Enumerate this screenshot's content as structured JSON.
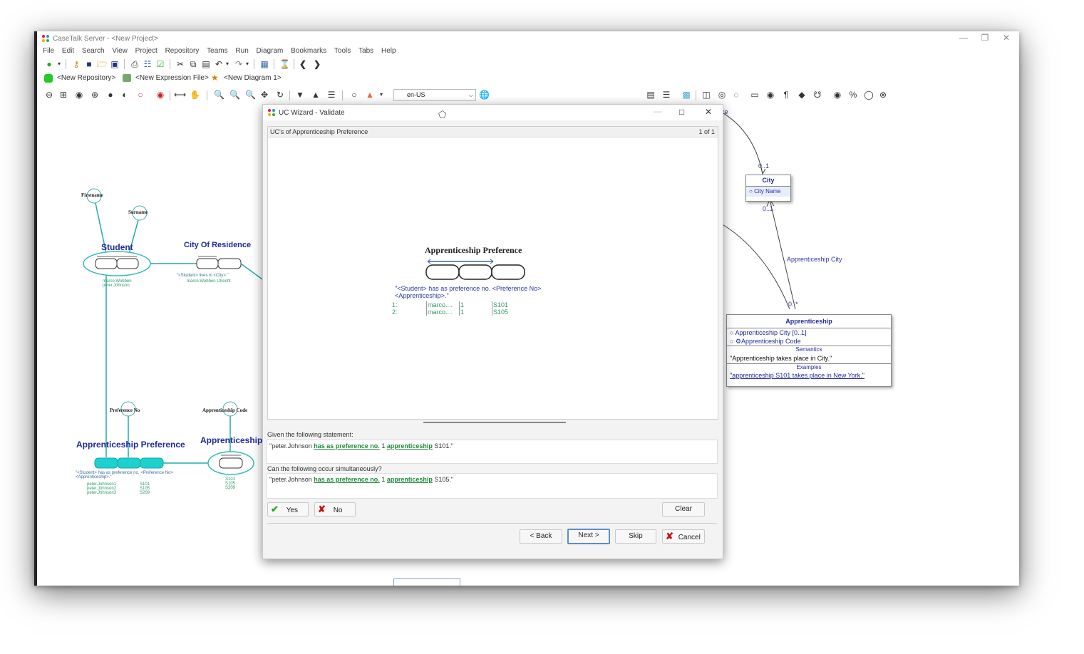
{
  "app": {
    "title": "CaseTalk Server - <New Project>",
    "menu": [
      "File",
      "Edit",
      "Search",
      "View",
      "Project",
      "Repository",
      "Teams",
      "Run",
      "Diagram",
      "Bookmarks",
      "Tools",
      "Tabs",
      "Help"
    ],
    "tabs": [
      "<New Repository>",
      "<New Expression File>",
      "<New Diagram 1>"
    ],
    "language": "en-US"
  },
  "dialog": {
    "title": "UC Wizard - Validate",
    "panel_title": "UC's of Apprenticeship Preference",
    "page_counter": "1 of 1",
    "diagram_title": "Apprenticeship Preference",
    "expression_line1": "\"<Student> has as preference no. <Preference No>",
    "expression_line2": "<Apprenticeship>.\"",
    "rows": [
      {
        "num": "1:",
        "a": "marco....",
        "b": "1",
        "c": "S101"
      },
      {
        "num": "2:",
        "a": "marco....",
        "b": "1",
        "c": "S105"
      }
    ],
    "given_label": "Given the following statement:",
    "given_statement": {
      "subject": "\"peter.Johnson",
      "verb1": "has as preference no.",
      "num": "1",
      "verb2": "apprenticeship",
      "object": "S101.\""
    },
    "can_label": "Can the following occur simultaneously?",
    "can_statement": {
      "subject": "\"peter.Johnson",
      "verb1": "has as preference no.",
      "num": "1",
      "verb2": "apprenticeship",
      "object": "S105.\""
    },
    "buttons": {
      "yes": "Yes",
      "no": "No",
      "clear": "Clear",
      "back": "< Back",
      "next": "Next >",
      "skip": "Skip",
      "cancel": "Cancel"
    }
  },
  "diagram": {
    "firstname": "Firstname",
    "surname": "Surname",
    "student": "Student",
    "student_examples": [
      "marco.Wobben",
      "peter.Johnson"
    ],
    "city_of_residence": "City Of Residence",
    "cor_expression": "\"<Student> lives in <City>.\"",
    "cor_example": "marco.Wobben Utrecht",
    "preference_no": "Preference No",
    "apprenticeship_code": "Apprenticeship Code",
    "ap_title": "Apprenticeship Preference",
    "ap_expression1": "\"<Student> has as preference no. <Preference No>",
    "ap_expression2": "<Apprenticeship>.\"",
    "ap_examples_a": [
      "peter.Johnson1",
      "peter.Johnson2",
      "peter.Johnson3"
    ],
    "ap_examples_c": [
      "S101",
      "S105",
      "S209"
    ],
    "apprenticeship": "Apprenticeship",
    "app_examples": [
      "S101",
      "S105",
      "S209"
    ],
    "city_box": {
      "title": "City",
      "attr": "City Name",
      "mult_top": "0..1",
      "mult_bottom": "0..1"
    },
    "apprenticeship_city": "Apprenticeship City",
    "app_box": {
      "title": "Apprenticeship",
      "attr1": "Apprenticeship City [0..1]",
      "attr2": "Apprenticeship Code",
      "semantics_label": "Semantics",
      "semantics_text": "\"Apprenticeship takes place in City.\"",
      "examples_label": "Examples",
      "examples_text": "\"apprenticeship S101 takes place in New York.\"",
      "mult": "0..*"
    },
    "partial_label": "ce"
  }
}
